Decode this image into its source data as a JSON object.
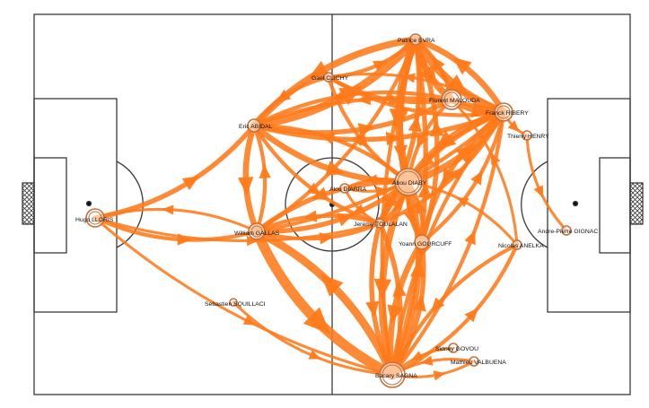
{
  "colors": {
    "pitch_line": "#3a3a3a",
    "pass": "#ff7a1a",
    "node_fill": "#ffffff",
    "node_stroke": "#c7703a",
    "label": "#111111"
  },
  "players": [
    {
      "id": "lloris",
      "name": "Hugo LLORIS"
    },
    {
      "id": "gallas",
      "name": "William GALLAS"
    },
    {
      "id": "squillaci",
      "name": "Sebastien SQUILLACI"
    },
    {
      "id": "abidal",
      "name": "Eric ABIDAL"
    },
    {
      "id": "clichy",
      "name": "Gael CLICHY"
    },
    {
      "id": "evra",
      "name": "Patrice EVRA"
    },
    {
      "id": "malouda",
      "name": "Florent MALOUDA"
    },
    {
      "id": "ribery",
      "name": "Franck RIBERY"
    },
    {
      "id": "henry",
      "name": "Thierry HENRY"
    },
    {
      "id": "gignac",
      "name": "Andre-Pierre GIGNAC"
    },
    {
      "id": "diarra",
      "name": "Alou DIARRA"
    },
    {
      "id": "diaby",
      "name": "Abou DIABY"
    },
    {
      "id": "toulalan",
      "name": "Jeremy TOULALAN"
    },
    {
      "id": "gourcuff",
      "name": "Yoann GOURCUFF"
    },
    {
      "id": "anelka",
      "name": "Nicolas ANELKA"
    },
    {
      "id": "govou",
      "name": "Sidney GOVOU"
    },
    {
      "id": "valbuena",
      "name": "Mathieu VALBUENA"
    },
    {
      "id": "sagna",
      "name": "Bacary SAGNA"
    }
  ],
  "passes": [
    {
      "from": "lloris",
      "to": "abidal",
      "weight": 4
    },
    {
      "from": "lloris",
      "to": "gallas",
      "weight": 3
    },
    {
      "from": "gallas",
      "to": "lloris",
      "weight": 2
    },
    {
      "from": "lloris",
      "to": "sagna",
      "weight": 2
    },
    {
      "from": "lloris",
      "to": "toulalan",
      "weight": 2
    },
    {
      "from": "abidal",
      "to": "evra",
      "weight": 7
    },
    {
      "from": "evra",
      "to": "abidal",
      "weight": 6
    },
    {
      "from": "abidal",
      "to": "gallas",
      "weight": 5
    },
    {
      "from": "gallas",
      "to": "abidal",
      "weight": 3
    },
    {
      "from": "abidal",
      "to": "diaby",
      "weight": 5
    },
    {
      "from": "abidal",
      "to": "malouda",
      "weight": 4
    },
    {
      "from": "abidal",
      "to": "ribery",
      "weight": 4
    },
    {
      "from": "abidal",
      "to": "toulalan",
      "weight": 3
    },
    {
      "from": "clichy",
      "to": "abidal",
      "weight": 3
    },
    {
      "from": "clichy",
      "to": "evra",
      "weight": 3
    },
    {
      "from": "clichy",
      "to": "ribery",
      "weight": 3
    },
    {
      "from": "clichy",
      "to": "malouda",
      "weight": 3
    },
    {
      "from": "clichy",
      "to": "diaby",
      "weight": 3
    },
    {
      "from": "evra",
      "to": "ribery",
      "weight": 7
    },
    {
      "from": "ribery",
      "to": "evra",
      "weight": 5
    },
    {
      "from": "evra",
      "to": "malouda",
      "weight": 6
    },
    {
      "from": "evra",
      "to": "diaby",
      "weight": 7
    },
    {
      "from": "evra",
      "to": "gourcuff",
      "weight": 4
    },
    {
      "from": "evra",
      "to": "sagna",
      "weight": 3
    },
    {
      "from": "malouda",
      "to": "ribery",
      "weight": 5
    },
    {
      "from": "ribery",
      "to": "diaby",
      "weight": 6
    },
    {
      "from": "ribery",
      "to": "gourcuff",
      "weight": 4
    },
    {
      "from": "ribery",
      "to": "toulalan",
      "weight": 4
    },
    {
      "from": "ribery",
      "to": "henry",
      "weight": 2
    },
    {
      "from": "ribery",
      "to": "abidal",
      "weight": 3
    },
    {
      "from": "ribery",
      "to": "clichy",
      "weight": 2
    },
    {
      "from": "ribery",
      "to": "sagna",
      "weight": 3
    },
    {
      "from": "henry",
      "to": "gignac",
      "weight": 2
    },
    {
      "from": "diaby",
      "to": "ribery",
      "weight": 6
    },
    {
      "from": "diaby",
      "to": "sagna",
      "weight": 6
    },
    {
      "from": "sagna",
      "to": "diaby",
      "weight": 5
    },
    {
      "from": "diaby",
      "to": "gallas",
      "weight": 4
    },
    {
      "from": "diaby",
      "to": "toulalan",
      "weight": 3
    },
    {
      "from": "diaby",
      "to": "gourcuff",
      "weight": 3
    },
    {
      "from": "diaby",
      "to": "diarra",
      "weight": 2
    },
    {
      "from": "diaby",
      "to": "abidal",
      "weight": 3
    },
    {
      "from": "gallas",
      "to": "sagna",
      "weight": 9
    },
    {
      "from": "sagna",
      "to": "gallas",
      "weight": 7
    },
    {
      "from": "gallas",
      "to": "diaby",
      "weight": 4
    },
    {
      "from": "gallas",
      "to": "toulalan",
      "weight": 3
    },
    {
      "from": "gallas",
      "to": "evra",
      "weight": 3
    },
    {
      "from": "toulalan",
      "to": "gallas",
      "weight": 3
    },
    {
      "from": "toulalan",
      "to": "sagna",
      "weight": 4
    },
    {
      "from": "toulalan",
      "to": "evra",
      "weight": 4
    },
    {
      "from": "toulalan",
      "to": "diaby",
      "weight": 3
    },
    {
      "from": "toulalan",
      "to": "ribery",
      "weight": 3
    },
    {
      "from": "gourcuff",
      "to": "sagna",
      "weight": 5
    },
    {
      "from": "sagna",
      "to": "gourcuff",
      "weight": 4
    },
    {
      "from": "gourcuff",
      "to": "ribery",
      "weight": 3
    },
    {
      "from": "gourcuff",
      "to": "diaby",
      "weight": 3
    },
    {
      "from": "gourcuff",
      "to": "evra",
      "weight": 4
    },
    {
      "from": "sagna",
      "to": "evra",
      "weight": 4
    },
    {
      "from": "sagna",
      "to": "toulalan",
      "weight": 4
    },
    {
      "from": "sagna",
      "to": "anelka",
      "weight": 3
    },
    {
      "from": "anelka",
      "to": "sagna",
      "weight": 3
    },
    {
      "from": "sagna",
      "to": "ribery",
      "weight": 3
    },
    {
      "from": "anelka",
      "to": "diaby",
      "weight": 2
    },
    {
      "from": "anelka",
      "to": "malouda",
      "weight": 2
    },
    {
      "from": "squillaci",
      "to": "sagna",
      "weight": 2
    },
    {
      "from": "diarra",
      "to": "toulalan",
      "weight": 2
    },
    {
      "from": "valbuena",
      "to": "sagna",
      "weight": 2
    },
    {
      "from": "govou",
      "to": "sagna",
      "weight": 2
    },
    {
      "from": "sagna",
      "to": "valbuena",
      "weight": 2
    },
    {
      "from": "malouda",
      "to": "diaby",
      "weight": 3
    },
    {
      "from": "malouda",
      "to": "evra",
      "weight": 3
    },
    {
      "from": "malouda",
      "to": "abidal",
      "weight": 3
    },
    {
      "from": "diarra",
      "to": "diaby",
      "weight": 2
    },
    {
      "from": "gallas",
      "to": "ribery",
      "weight": 3
    }
  ]
}
